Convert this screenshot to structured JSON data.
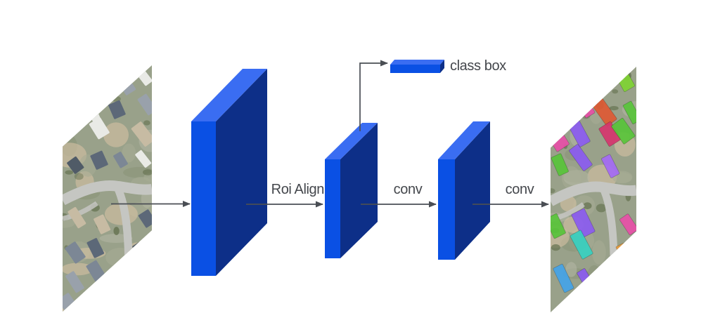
{
  "diagram": {
    "labels": {
      "roi_align": "Roi Align",
      "conv_1": "conv",
      "conv_2": "conv",
      "class_box": "class box"
    },
    "colors": {
      "block_front": "#0A50E4",
      "block_top": "#3A6DF2",
      "block_side": "#0D2F88",
      "arrow": "#4A4E54",
      "label_text": "#44474C",
      "background": "#FFFFFF"
    },
    "aerial": {
      "grass_base": "#99A18A",
      "grass_patches": [
        "#8A9478",
        "#A6AC95",
        "#B2B6A4",
        "#D5C2A4"
      ],
      "road": "#C5C6C2",
      "roofs": [
        "#5C6878",
        "#7C8795",
        "#99A1AB",
        "#D8CCB8",
        "#E7E1D5",
        "#505B67",
        "#C7BBA3",
        "#E9EAE6"
      ],
      "tree": "#64714F",
      "mask_colors": [
        "#7FD334",
        "#8FE03A",
        "#58C43A",
        "#E8D635",
        "#8B5CF0",
        "#A46BF5",
        "#E850A8",
        "#D6366E",
        "#DE5A35",
        "#E89A3C",
        "#3A66E8",
        "#45A3E8",
        "#55E8C2",
        "#38D1C0"
      ]
    }
  }
}
